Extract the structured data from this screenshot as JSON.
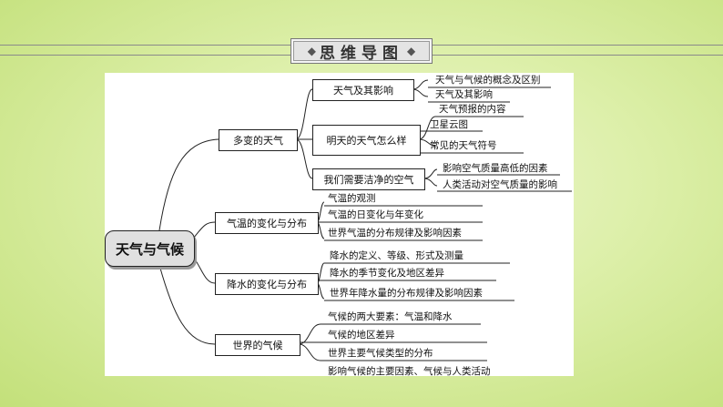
{
  "header": {
    "title": "思维导图"
  },
  "mindmap": {
    "root": "天气与气候",
    "topics": [
      {
        "label": "多变的天气",
        "subtopics": [
          {
            "label": "天气及其影响",
            "items": [
              "天气与气候的概念及区别",
              "天气及其影响"
            ]
          },
          {
            "label": "明天的天气怎么样",
            "items": [
              "天气预报的内容",
              "卫星云图",
              "常见的天气符号"
            ]
          },
          {
            "label": "我们需要洁净的空气",
            "items": [
              "影响空气质量高低的因素",
              "人类活动对空气质量的影响"
            ]
          }
        ]
      },
      {
        "label": "气温的变化与分布",
        "items": [
          "气温的观测",
          "气温的日变化与年变化",
          "世界气温的分布规律及影响因素"
        ]
      },
      {
        "label": "降水的变化与分布",
        "items": [
          "降水的定义、等级、形式及测量",
          "降水的季节变化及地区差异",
          "世界年降水量的分布规律及影响因素"
        ]
      },
      {
        "label": "世界的气候",
        "items": [
          "气候的两大要素：气温和降水",
          "气候的地区差异",
          "世界主要气候类型的分布",
          "影响气候的主要因素、气候与人类活动"
        ]
      }
    ]
  }
}
